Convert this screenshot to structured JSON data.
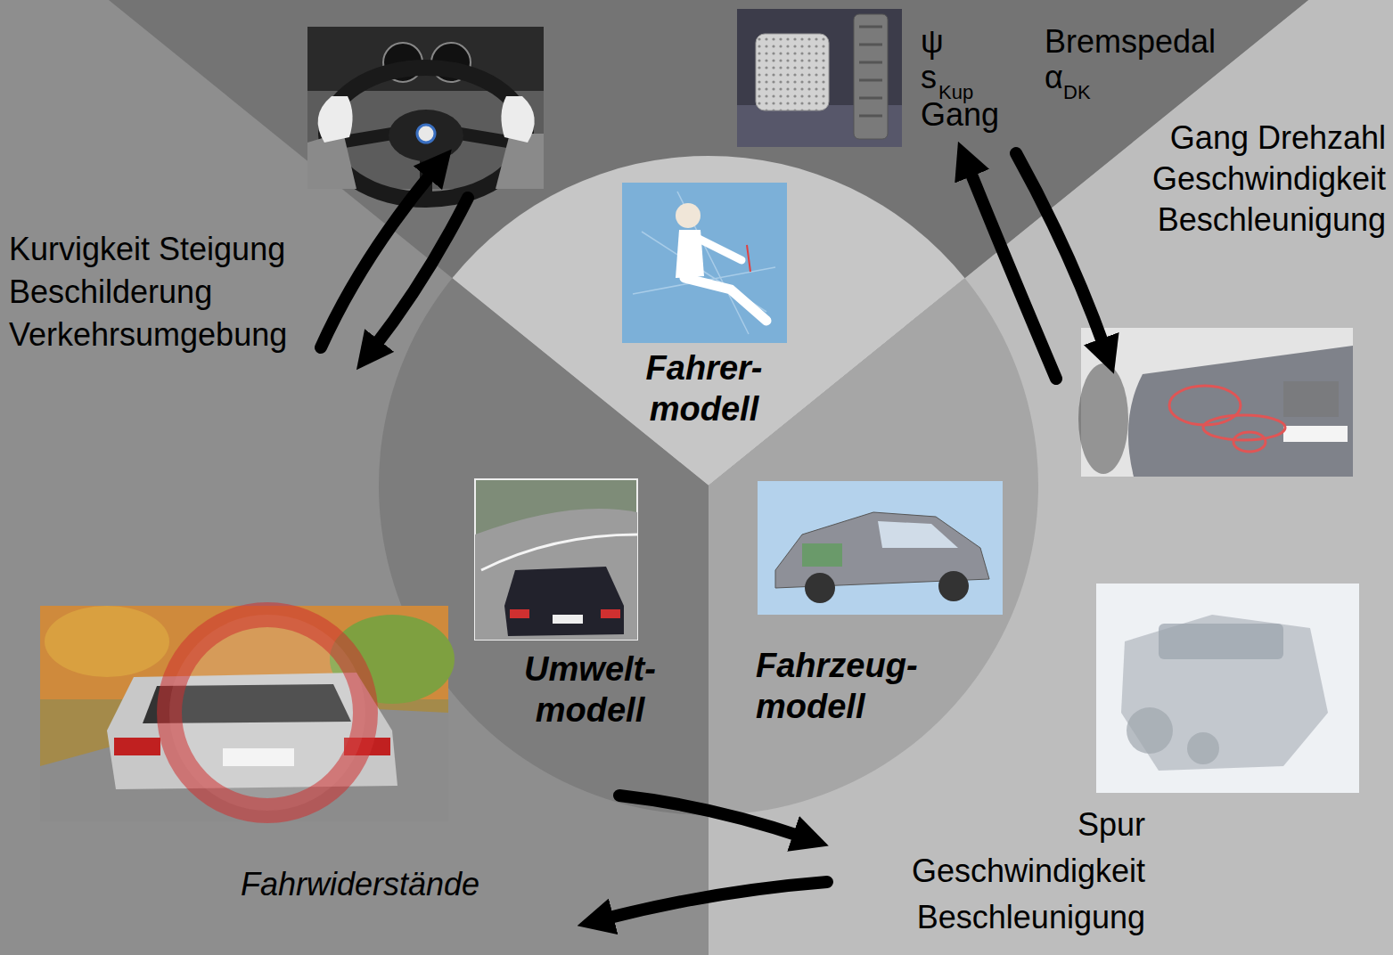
{
  "diagram": {
    "nodes": [
      {
        "text": [
          "Fahrer- modell"
        ]
      },
      {
        "text": [
          "Umwelt- modell"
        ]
      },
      {
        "text": [
          "Fahrzeug- modell"
        ]
      }
    ],
    "labels": [
      "ψ",
      "Bremspedal",
      "s",
      "Kup",
      "α",
      "DK",
      "Gang",
      "Gang Drehzahl Geschwindigkeit Beschleunigung",
      "Kurvigkeit Steigung Beschilderung Verkehrsumgebung",
      "Spur Geschwindigkeit Beschleunigung",
      "Fahrwiderstände"
    ]
  }
}
